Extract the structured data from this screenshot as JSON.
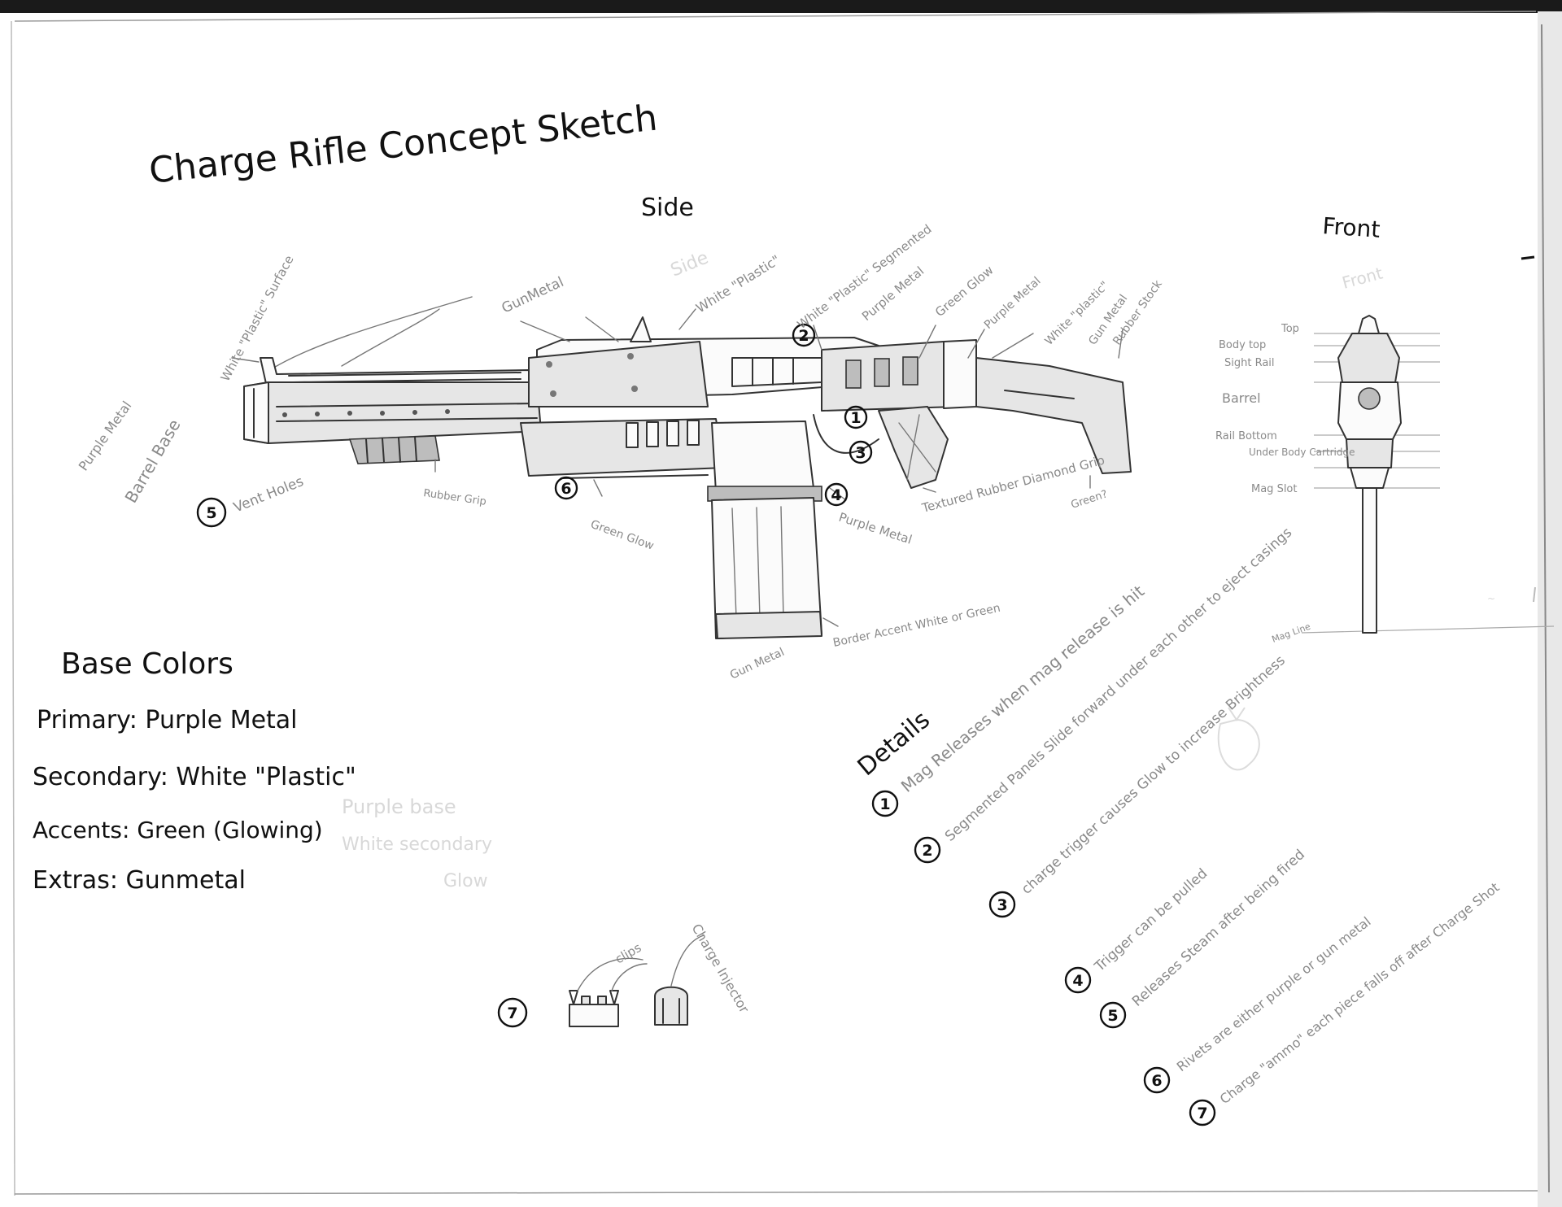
{
  "page": {
    "title": "Charge Rifle Concept Sketch",
    "side_heading": "Side",
    "front_heading": "Front",
    "faint_side": "Side",
    "faint_front": "Front"
  },
  "side_labels": {
    "white_plastic_surface": "White \"Plastic\" Surface",
    "gunmetal_top": "GunMetal",
    "white_plastic": "White \"Plastic\"",
    "white_plastic_segmented": "White \"Plastic\" Segmented",
    "purple_metal_top": "Purple Metal",
    "green_glow_top": "Green Glow",
    "purple_metal_right": "Purple Metal",
    "white_plastic_rear": "White \"plastic\"",
    "gun_metal_rear": "Gun Metal",
    "rubber_stock": "Rubber Stock",
    "purple_metal_left": "Purple Metal",
    "barrel_base": "Barrel Base",
    "vent_holes": "Vent Holes",
    "rubber_grip": "Rubber Grip",
    "green_glow_bottom": "Green Glow",
    "purple_metal_bottom": "Purple Metal",
    "textured_rubber": "Textured Rubber Diamond Grip",
    "green_question": "Green?",
    "border_accent": "Border Accent White or Green",
    "gun_metal_mag": "Gun Metal"
  },
  "front_labels": {
    "top": "Top",
    "body_top": "Body top",
    "sight_rail": "Sight Rail",
    "barrel": "Barrel",
    "rail_bottom": "Rail Bottom",
    "under_body": "Under Body Cartridge",
    "mag_slot": "Mag Slot",
    "mag_line": "Mag Line"
  },
  "base_colors": {
    "heading": "Base Colors",
    "rows": [
      {
        "label": "Primary",
        "value": "Purple Metal"
      },
      {
        "label": "Secondary",
        "value": "White \"Plastic\""
      },
      {
        "label": "Accents",
        "value": "Green (Glowing)"
      },
      {
        "label": "Extras",
        "value": "Gunmetal"
      }
    ],
    "ghost_lines": [
      "Purple base",
      "White secondary",
      "Glow"
    ]
  },
  "details": {
    "heading": "Details",
    "items": [
      {
        "num": "1",
        "text": "Mag Releases when mag release is hit"
      },
      {
        "num": "2",
        "text": "Segmented Panels Slide forward under each other to eject casings"
      },
      {
        "num": "3",
        "text": "charge trigger causes Glow to increase Brightness"
      },
      {
        "num": "4",
        "text": "Trigger can be pulled"
      },
      {
        "num": "5",
        "text": "Releases Steam after being fired"
      },
      {
        "num": "6",
        "text": "Rivets are either purple or gun metal"
      },
      {
        "num": "7",
        "text": "Charge \"ammo\" each piece falls off after Charge Shot"
      }
    ]
  },
  "ammo_sketch": {
    "num": "7",
    "clips_label": "clips",
    "charge_injector_label": "Charge Injector"
  },
  "side_badges": {
    "b1": "1",
    "b2": "2",
    "b3": "3",
    "b4": "4",
    "b5": "5",
    "b6": "6"
  },
  "colors": {
    "ink": "#111111",
    "pencil": "#333333",
    "paper": "#ffffff"
  }
}
